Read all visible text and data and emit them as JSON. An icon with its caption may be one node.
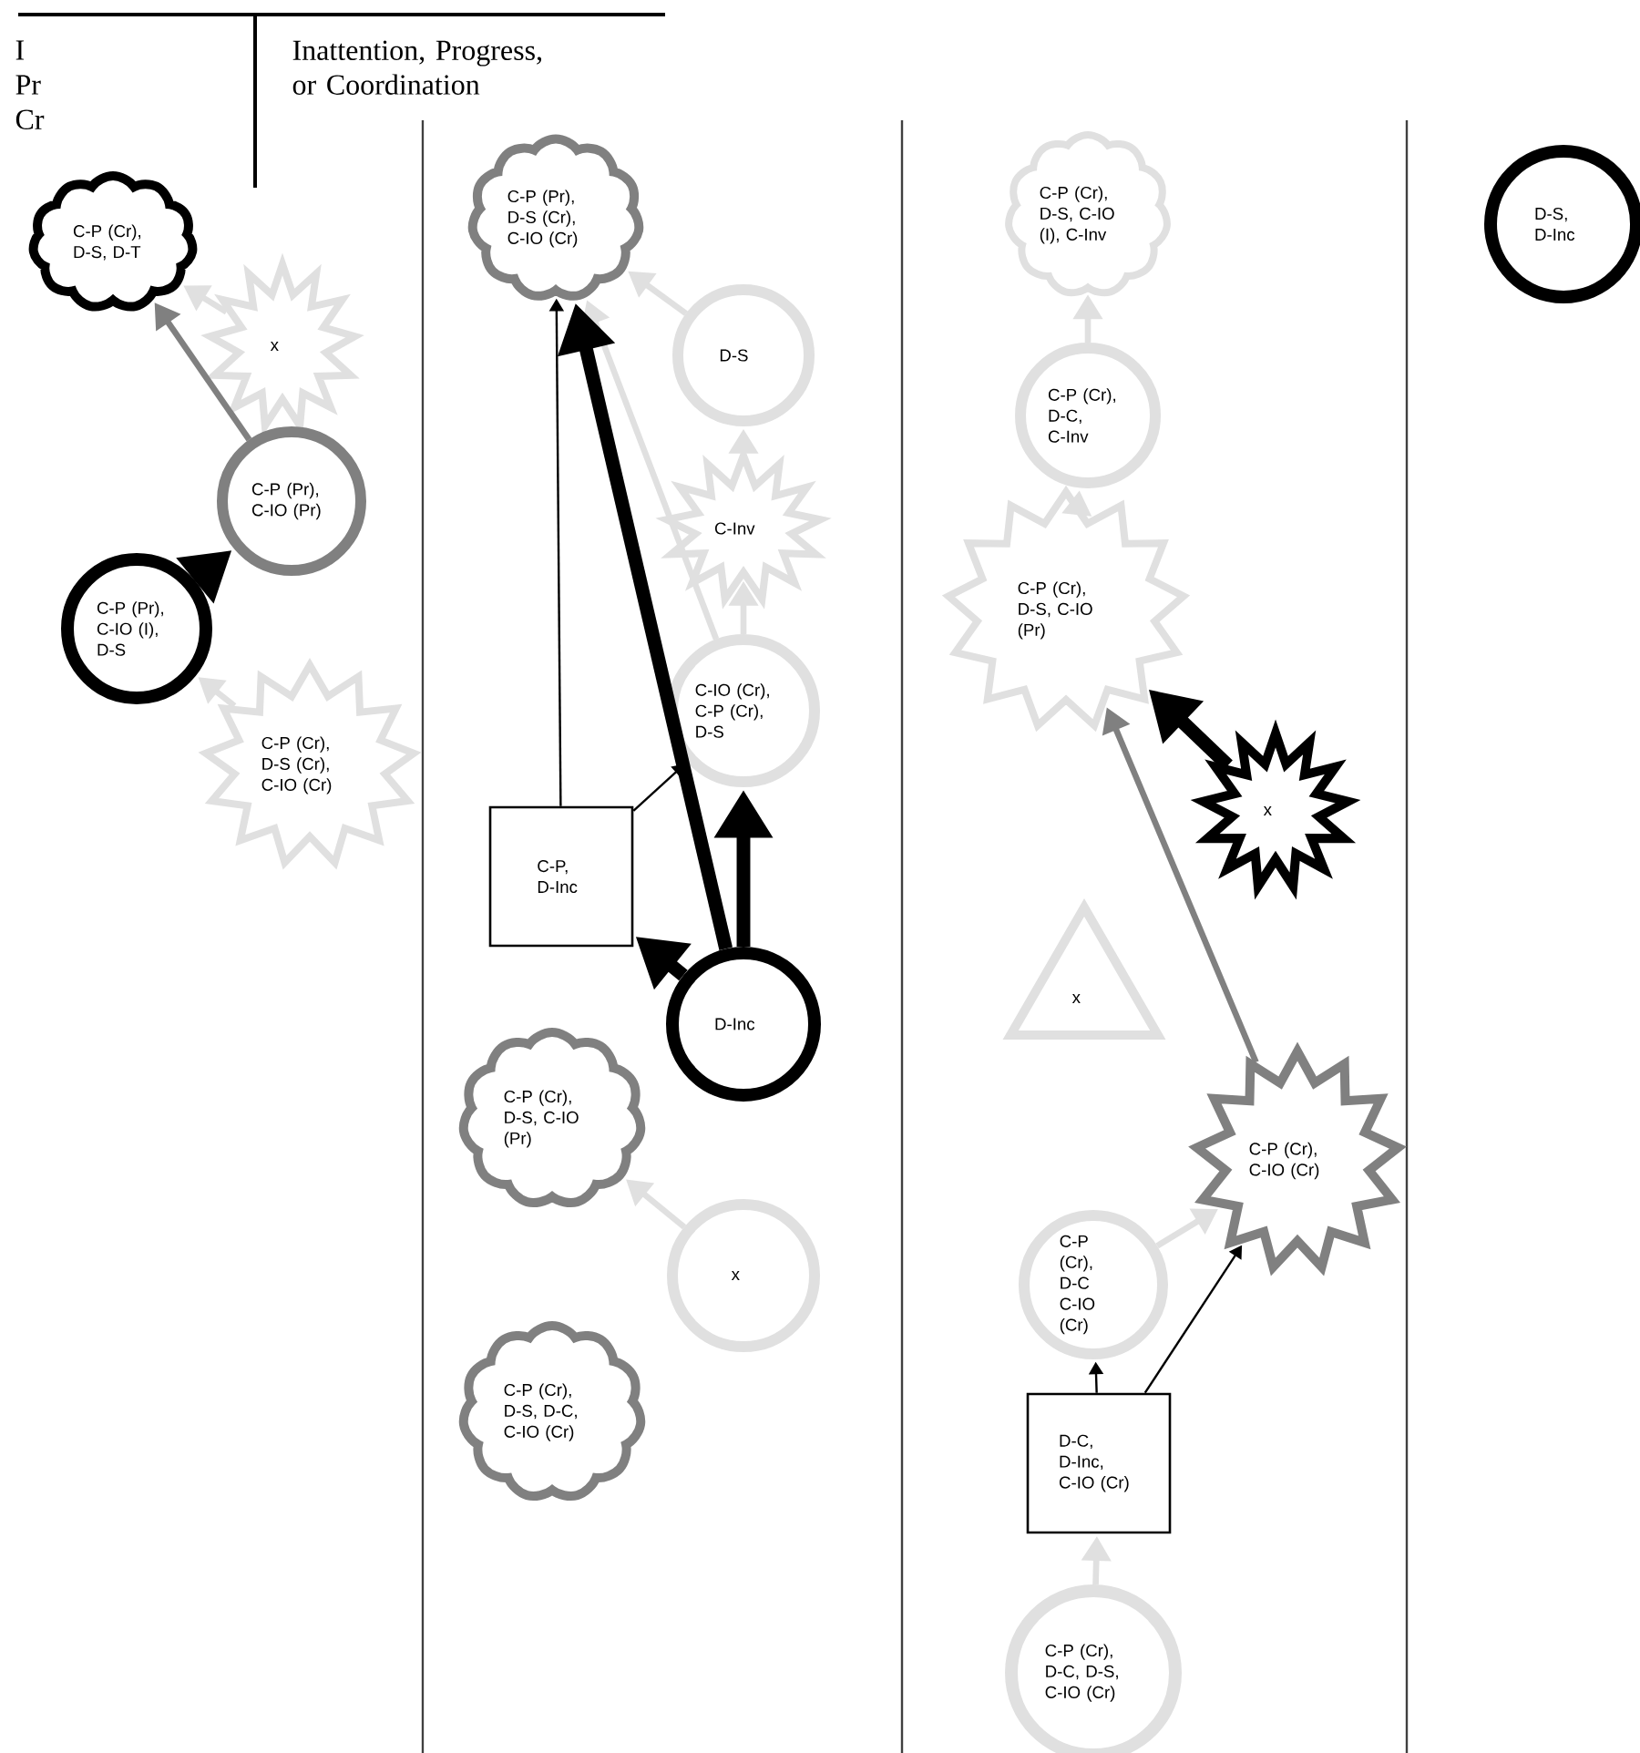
{
  "diagram": {
    "nodes": [
      {
        "text": [
          "C-P (Cr), D-S, D-T"
        ]
      },
      {
        "text": [
          "x"
        ]
      },
      {
        "text": [
          "C-P (Pr), C-IO (Pr)"
        ]
      },
      {
        "text": [
          "C-P (Pr), C-IO (I), D-S"
        ]
      },
      {
        "text": [
          "C-P (Cr), D-S (Cr), C-IO (Cr)"
        ]
      },
      {
        "text": [
          "C-P (Pr), D-S (Cr), C-IO (Cr)"
        ]
      },
      {
        "text": [
          "D-S"
        ]
      },
      {
        "text": [
          "C-Inv"
        ]
      },
      {
        "text": [
          "C-IO (Cr), C-P (Cr), D-S"
        ]
      },
      {
        "text": [
          "C-P, D-Inc"
        ]
      },
      {
        "text": [
          "D-Inc"
        ]
      },
      {
        "text": [
          "C-P (Cr), D-S, C-IO (Pr)"
        ]
      },
      {
        "text": [
          "x"
        ]
      },
      {
        "text": [
          "C-P (Cr), D-S, D-C, C-IO (Cr)"
        ]
      },
      {
        "text": [
          "C-P (Cr), D-S, C-IO (I), C-Inv"
        ]
      },
      {
        "text": [
          "C-P (Cr), D-C, C-Inv"
        ]
      },
      {
        "text": [
          "C-P (Cr), D-S, C-IO (Pr)"
        ]
      },
      {
        "text": [
          "x"
        ]
      },
      {
        "text": [
          "x"
        ]
      },
      {
        "text": [
          "C-P (Cr), C-IO (Cr)"
        ]
      },
      {
        "text": [
          "C-P (Cr), D-C C-IO (Cr)"
        ]
      },
      {
        "text": [
          "D-C, D-Inc, C-IO (Cr)"
        ]
      },
      {
        "text": [
          "C-P (Cr), D-C, D-S, C-IO (Cr)"
        ]
      },
      {
        "text": [
          "D-S, D-Inc"
        ]
      }
    ],
    "edges": [
      {
        "from": 1,
        "to": 0,
        "arrow": "to"
      },
      {
        "from": 2,
        "to": 0,
        "arrow": "to",
        "color": "#808080"
      },
      {
        "from": 3,
        "to": 2,
        "arrow": "to",
        "style": "thick",
        "color": "#000000"
      },
      {
        "from": 4,
        "to": 3,
        "arrow": "to"
      },
      {
        "from": 6,
        "to": 5,
        "arrow": "to"
      },
      {
        "from": 7,
        "to": 6,
        "arrow": "to"
      },
      {
        "from": 8,
        "to": 7,
        "arrow": "to"
      },
      {
        "from": 8,
        "to": 5,
        "arrow": "to"
      },
      {
        "from": 9,
        "to": 5,
        "arrow": "to",
        "color": "#000000"
      },
      {
        "from": 9,
        "to": 8,
        "arrow": "to",
        "color": "#000000"
      },
      {
        "from": 10,
        "to": 5,
        "arrow": "to",
        "style": "thick",
        "color": "#000000"
      },
      {
        "from": 10,
        "to": 8,
        "arrow": "to",
        "style": "thick",
        "color": "#000000"
      },
      {
        "from": 10,
        "to": 9,
        "arrow": "to",
        "style": "thick",
        "color": "#000000"
      },
      {
        "from": 12,
        "to": 11,
        "arrow": "to"
      },
      {
        "from": 15,
        "to": 14,
        "arrow": "to"
      },
      {
        "from": 16,
        "to": 15,
        "arrow": "to"
      },
      {
        "from": 17,
        "to": 16,
        "arrow": "to",
        "style": "thick",
        "color": "#000000"
      },
      {
        "from": 19,
        "to": 16,
        "arrow": "to",
        "color": "#808080"
      },
      {
        "from": 20,
        "to": 19,
        "arrow": "to"
      },
      {
        "from": 21,
        "to": 20,
        "arrow": "to",
        "color": "#000000"
      },
      {
        "from": 21,
        "to": 19,
        "arrow": "to",
        "color": "#000000"
      },
      {
        "from": 22,
        "to": 21,
        "arrow": "to"
      }
    ],
    "labels": [
      "I",
      "Pr",
      "Cr",
      "Inattention, Progress, or Coordination"
    ]
  }
}
